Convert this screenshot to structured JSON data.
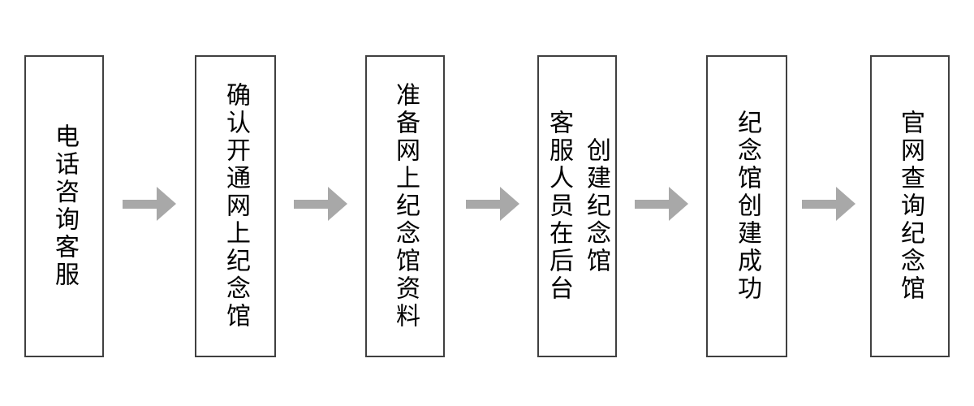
{
  "flowchart": {
    "type": "horizontal-process-flow",
    "connector": "right-arrow",
    "colors": {
      "border": "#404040",
      "text": "#000000",
      "arrow": "#a8a8a8",
      "bg": "#ffffff"
    },
    "steps": [
      {
        "label": "电话咨询客服",
        "columns": [
          "电话咨询客服"
        ]
      },
      {
        "label": "确认开通网上纪念馆",
        "columns": [
          "确认开通网上纪念馆"
        ]
      },
      {
        "label": "准备网上纪念馆资料",
        "columns": [
          "准备网上纪念馆资料"
        ]
      },
      {
        "label": "客服人员在后台创建纪念馆",
        "columns": [
          "客服人员在后台",
          "创建纪念馆"
        ]
      },
      {
        "label": "纪念馆创建成功",
        "columns": [
          "纪念馆创建成功"
        ]
      },
      {
        "label": "官网查询纪念馆",
        "columns": [
          "官网查询纪念馆"
        ]
      }
    ]
  }
}
